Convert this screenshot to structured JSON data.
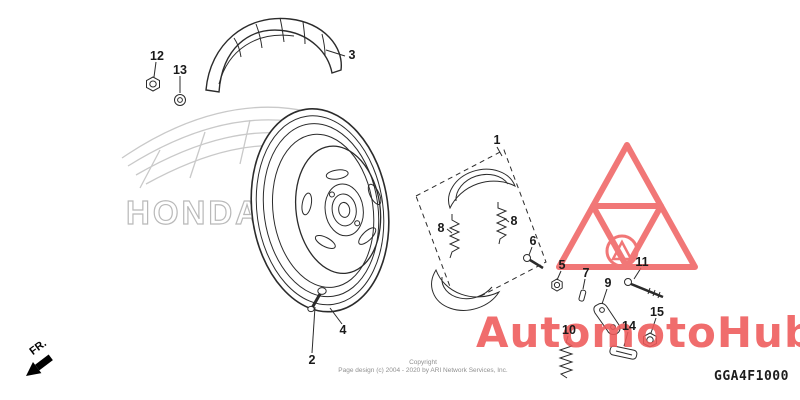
{
  "diagram": {
    "code": "GGA4F1000",
    "fr_label": "FR.",
    "honda_watermark": "HONDA",
    "line_color": "#2b2b2b",
    "background_watermark_gray": "#c4c4c4"
  },
  "watermark": {
    "brand": "AutomotoHub",
    "color": "#ee5a5a",
    "logo_icon": "triangle-logo"
  },
  "icons": {
    "fr_arrow": "front-direction-arrow"
  },
  "footer": {
    "copyright_line1": "Copyright",
    "copyright_line2": "Page design (c) 2004 - 2020 by ARI Network Services, Inc."
  },
  "callouts": [
    {
      "id": "1",
      "label": "1"
    },
    {
      "id": "2",
      "label": "2"
    },
    {
      "id": "3",
      "label": "3"
    },
    {
      "id": "4",
      "label": "4"
    },
    {
      "id": "5",
      "label": "5"
    },
    {
      "id": "6",
      "label": "6"
    },
    {
      "id": "7",
      "label": "7"
    },
    {
      "id": "8a",
      "label": "8"
    },
    {
      "id": "8b",
      "label": "8"
    },
    {
      "id": "9",
      "label": "9"
    },
    {
      "id": "10",
      "label": "10"
    },
    {
      "id": "11",
      "label": "11"
    },
    {
      "id": "12",
      "label": "12"
    },
    {
      "id": "13",
      "label": "13"
    },
    {
      "id": "14",
      "label": "14"
    },
    {
      "id": "15",
      "label": "15"
    }
  ]
}
